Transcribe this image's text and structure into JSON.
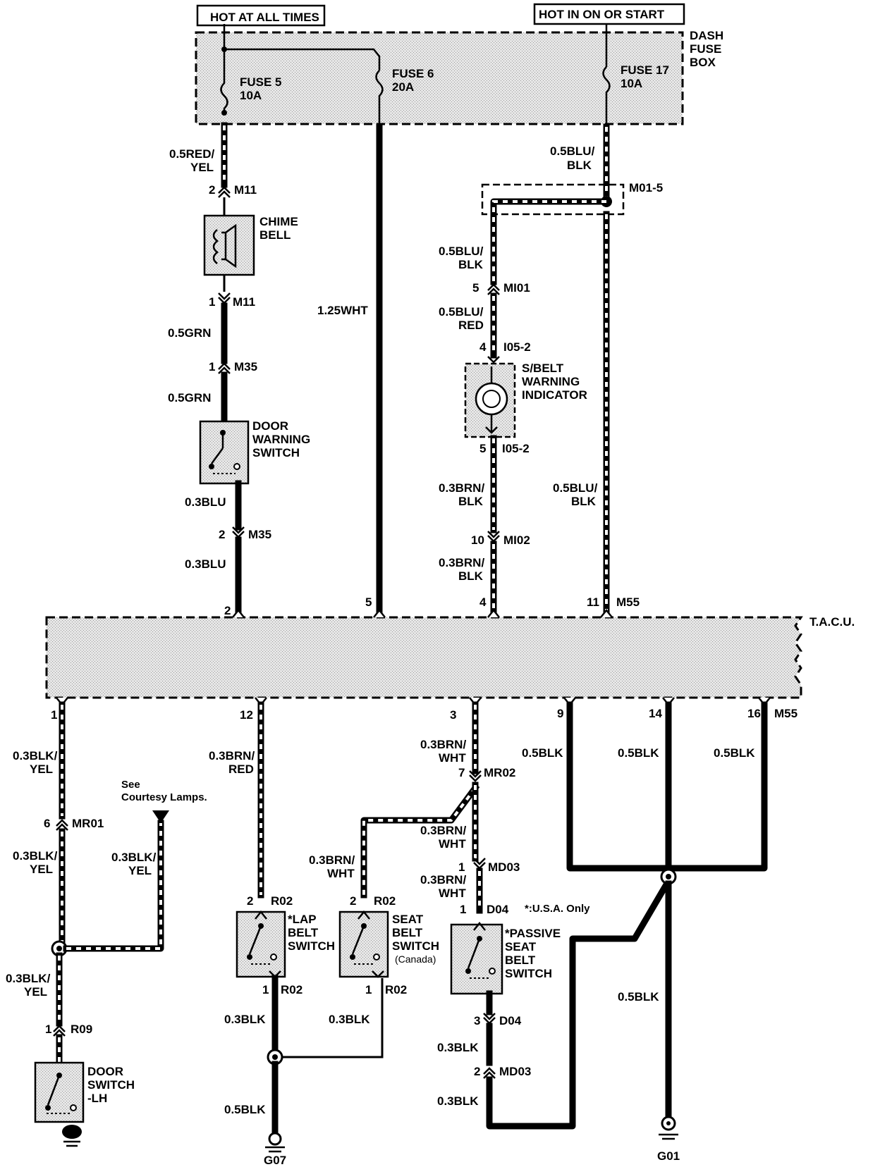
{
  "power": {
    "hot_all_times": "HOT AT ALL TIMES",
    "hot_in_on_start": "HOT IN ON OR START"
  },
  "fuse_box": {
    "label_1": "DASH",
    "label_2": "FUSE",
    "label_3": "BOX",
    "fuse5_name": "FUSE 5",
    "fuse5_amps": "10A",
    "fuse6_name": "FUSE 6",
    "fuse6_amps": "20A",
    "fuse17_name": "FUSE 17",
    "fuse17_amps": "10A"
  },
  "tacu": {
    "label": "T.A.C.U."
  },
  "components": {
    "chime_1": "CHIME",
    "chime_2": "BELL",
    "door_warn_1": "DOOR",
    "door_warn_2": "WARNING",
    "door_warn_3": "SWITCH",
    "sbelt_1": "S/BELT",
    "sbelt_2": "WARNING",
    "sbelt_3": "INDICATOR",
    "lap_1": "*LAP",
    "lap_2": "BELT",
    "lap_3": "SWITCH",
    "seat_1": "SEAT",
    "seat_2": "BELT",
    "seat_3": "SWITCH",
    "seat_4": "(Canada)",
    "passive_1": "*PASSIVE",
    "passive_2": "SEAT",
    "passive_3": "BELT",
    "passive_4": "SWITCH",
    "door_lh_1": "DOOR",
    "door_lh_2": "SWITCH",
    "door_lh_3": "-LH",
    "usa_note": "*:U.S.A. Only",
    "see_1": "See",
    "see_2": "Courtesy Lamps."
  },
  "grounds": {
    "g07": "G07",
    "g01": "G01"
  },
  "wires": {
    "w_redyel_1": "0.5RED/",
    "w_redyel_2": "YEL",
    "w_grn_a": "0.5GRN",
    "w_grn_b": "0.5GRN",
    "w_blu_a": "0.3BLU",
    "w_blu_b": "0.3BLU",
    "w_wht": "1.25WHT",
    "w_blublk_top_1": "0.5BLU/",
    "w_blublk_top_2": "BLK",
    "w_blublk_mid_1": "0.5BLU/",
    "w_blublk_mid_2": "BLK",
    "w_blured_1": "0.5BLU/",
    "w_blured_2": "RED",
    "w_brnblk_a1": "0.3BRN/",
    "w_brnblk_a2": "BLK",
    "w_brnblk_b1": "0.3BRN/",
    "w_brnblk_b2": "BLK",
    "w_blublk_right_1": "0.5BLU/",
    "w_blublk_right_2": "BLK",
    "w_blkyel_a1": "0.3BLK/",
    "w_blkyel_a2": "YEL",
    "w_blkyel_b1": "0.3BLK/",
    "w_blkyel_b2": "YEL",
    "w_blkyel_c1": "0.3BLK/",
    "w_blkyel_c2": "YEL",
    "w_blkyel_d1": "0.3BLK/",
    "w_blkyel_d2": "YEL",
    "w_brnred_1": "0.3BRN/",
    "w_brnred_2": "RED",
    "w_brnwht_a1": "0.3BRN/",
    "w_brnwht_a2": "WHT",
    "w_brnwht_b1": "0.3BRN/",
    "w_brnwht_b2": "WHT",
    "w_brnwht_c1": "0.3BRN/",
    "w_brnwht_c2": "WHT",
    "w_brnwht_d1": "0.3BRN/",
    "w_brnwht_d2": "WHT",
    "w_blk5_a": "0.5BLK",
    "w_blk5_b": "0.5BLK",
    "w_blk5_c": "0.5BLK",
    "w_blk5_d": "0.5BLK",
    "w_blk5_e": "0.5BLK",
    "w_blk3_a": "0.3BLK",
    "w_blk3_b": "0.3BLK",
    "w_blk3_c": "0.3BLK",
    "w_blk3_d": "0.3BLK"
  },
  "connectors": {
    "m11_a_pin": "2",
    "m11_a": "M11",
    "m11_b_pin": "1",
    "m11_b": "M11",
    "m35_a_pin": "1",
    "m35_a": "M35",
    "m35_b_pin": "2",
    "m35_b": "M35",
    "m015": "M01-5",
    "mi01_pin": "5",
    "mi01": "MI01",
    "i052_a_pin": "4",
    "i052_a": "I05-2",
    "i052_b_pin": "5",
    "i052_b": "I05-2",
    "mi02_pin": "10",
    "mi02": "MI02",
    "m55_top": "M55",
    "m55_bot": "M55",
    "tacu_top_2": "2",
    "tacu_top_5": "5",
    "tacu_top_4": "4",
    "tacu_top_11": "11",
    "tacu_bot_1": "1",
    "tacu_bot_12": "12",
    "tacu_bot_3": "3",
    "tacu_bot_9": "9",
    "tacu_bot_14": "14",
    "tacu_bot_16": "16",
    "mr01_pin": "6",
    "mr01": "MR01",
    "mr02_pin": "7",
    "mr02": "MR02",
    "md03_a_pin": "1",
    "md03_a": "MD03",
    "d04_a_pin": "1",
    "d04_a": "D04",
    "d04_b_pin": "3",
    "d04_b": "D04",
    "md03_b_pin": "2",
    "md03_b": "MD03",
    "r02_a_pin": "2",
    "r02_a": "R02",
    "r02_b_pin": "2",
    "r02_b": "R02",
    "r02_c_pin": "1",
    "r02_c": "R02",
    "r02_d_pin": "1",
    "r02_d": "R02",
    "r09_pin": "1",
    "r09": "R09"
  }
}
